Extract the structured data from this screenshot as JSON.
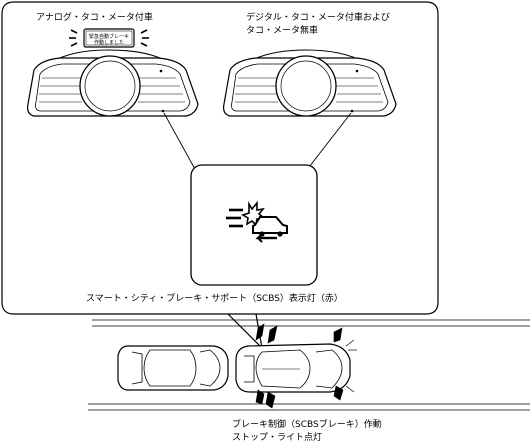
{
  "labels": {
    "analog": "アナログ・タコ・メータ付車",
    "digital_line1": "デジタル・タコ・メータ付車および",
    "digital_line2": "タコ・メータ無車",
    "indicator": "スマート・シティ・ブレーキ・サポート（SCBS）表示灯（赤）",
    "brake_line1": "ブレーキ制御（SCBSブレーキ）作動",
    "brake_line2": "ストップ・ライト点灯"
  },
  "display_text": {
    "line1": "緊急自動ブレーキ",
    "line2": "作動しました"
  },
  "icons": [
    "scbs-warning-icon",
    "car-icon",
    "speedometer-icon"
  ]
}
